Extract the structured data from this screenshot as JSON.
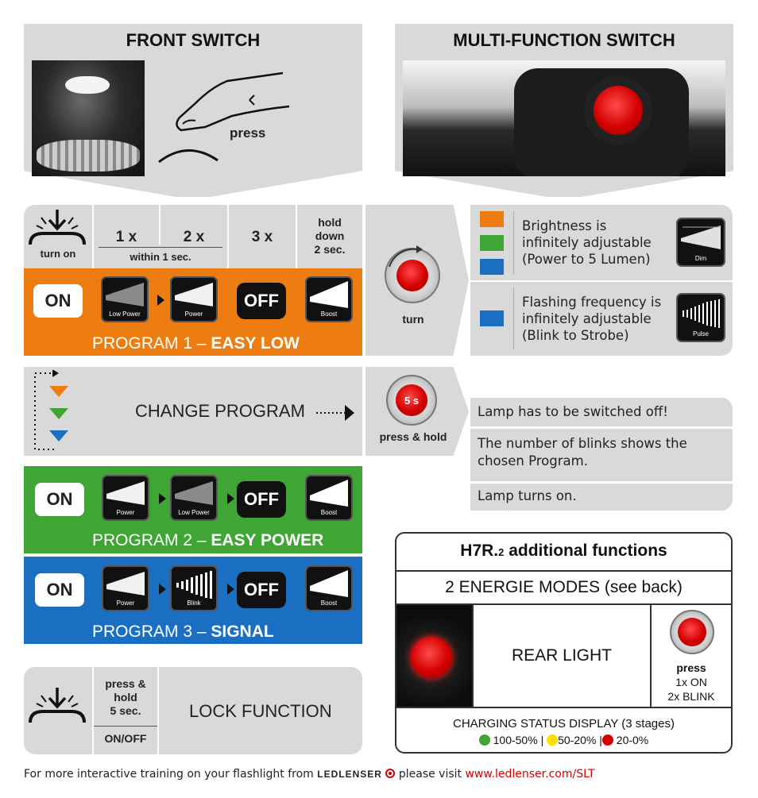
{
  "front_switch": {
    "title": "FRONT SWITCH",
    "press_label": "press"
  },
  "multi_switch": {
    "title": "MULTI-FUNCTION SWITCH"
  },
  "clicks": {
    "turn_on": "turn on",
    "one": "1 x",
    "two": "2 x",
    "within": "within 1 sec.",
    "three": "3 x",
    "hold_line1": "hold",
    "hold_line2": "down",
    "hold_line3": "2 sec."
  },
  "program1": {
    "on": "ON",
    "off": "OFF",
    "label_prefix": "PROGRAM 1 – ",
    "label_bold": "EASY LOW",
    "modes": [
      "Low Power",
      "Power",
      "Boost"
    ],
    "color": "#ee7d11"
  },
  "turn": {
    "label": "turn"
  },
  "side_panel": {
    "brightness": [
      "Brightness is",
      "infinitely adjustable",
      "(Power to 5 Lumen)"
    ],
    "dim_label": "Dim",
    "flash": [
      "Flashing frequency is",
      "infinitely adjustable",
      "(Blink to Strobe)"
    ],
    "pulse_label": "Pulse"
  },
  "change_program": {
    "label": "CHANGE PROGRAM",
    "hold_label": "5 s",
    "press_hold": "press & hold"
  },
  "info": {
    "row1": "Lamp has to be switched off!",
    "row2a": "The number of blinks shows the",
    "row2b": "chosen Program.",
    "row3": "Lamp turns on."
  },
  "program2": {
    "on": "ON",
    "off": "OFF",
    "label_prefix": "PROGRAM 2 – ",
    "label_bold": "EASY POWER",
    "modes": [
      "Power",
      "Low Power",
      "Boost"
    ],
    "color": "#3fa535"
  },
  "program3": {
    "on": "ON",
    "off": "OFF",
    "label_prefix": "PROGRAM 3 – ",
    "label_bold": "SIGNAL",
    "modes": [
      "Power",
      "Blink",
      "Boost"
    ],
    "color": "#1a6fc2"
  },
  "lock": {
    "press1": "press &",
    "press2": "hold",
    "press3": "5 sec.",
    "onoff": "ON/OFF",
    "label": "LOCK FUNCTION"
  },
  "h7r": {
    "title_main": "H7R.",
    "title_sub": "2",
    "title_rest": " additional functions",
    "modes": "2 ENERGIE MODES (see back)",
    "rear": "REAR LIGHT",
    "press": "press",
    "on1": "1x ON",
    "blink2": "2x BLINK",
    "charging": "CHARGING STATUS DISPLAY (3 stages)",
    "stage1": "100-50%",
    "stage2": "50-20%",
    "stage3": "20-0%",
    "sep": "|"
  },
  "footer": {
    "text": "For more interactive training on your flashlight from",
    "brand": "LEDLENSER",
    "visit": "please visit",
    "url": "www.ledlenser.com/SLT"
  }
}
